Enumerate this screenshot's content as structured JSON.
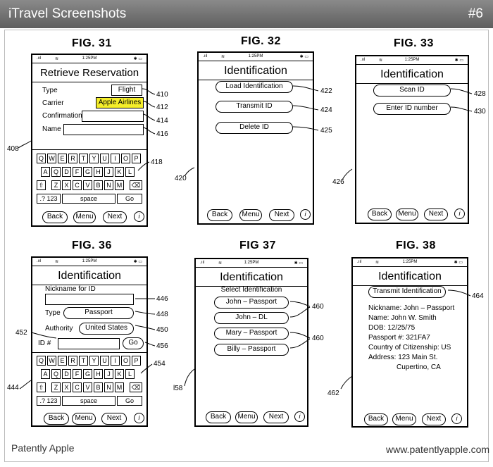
{
  "header": {
    "title": "iTravel Screenshots",
    "number": "#6"
  },
  "footer": {
    "left": "Patently Apple",
    "right": "www.patentlyapple.com"
  },
  "status": {
    "time": "1:25PM"
  },
  "nav": {
    "back": "Back",
    "menu": "Menu",
    "next": "Next",
    "info": "i"
  },
  "keyboard": {
    "row1": [
      "Q",
      "W",
      "E",
      "R",
      "T",
      "Y",
      "U",
      "I",
      "O",
      "P"
    ],
    "row2": [
      "A",
      "Q",
      "D",
      "F",
      "G",
      "H",
      "J",
      "K",
      "L"
    ],
    "row3": [
      "Z",
      "X",
      "C",
      "V",
      "B",
      "N",
      "M"
    ],
    "shift": "⇧",
    "del": "⌫",
    "numbers": ".? 123",
    "space": "space",
    "go": "Go"
  },
  "fig31": {
    "label": "FIG. 31",
    "title": "Retrieve Reservation",
    "type_label": "Type",
    "type_value": "Flight",
    "carrier_label": "Carrier",
    "carrier_value": "Apple Airlines",
    "confirmation_label": "Confirmation",
    "name_label": "Name",
    "refs": {
      "r410": "410",
      "r412": "412",
      "r414": "414",
      "r416": "416",
      "r408": "408",
      "r418": "418"
    },
    "highlight": "#f5ee2a"
  },
  "fig32": {
    "label": "FIG. 32",
    "title": "Identification",
    "buttons": [
      "Load Identification",
      "Transmit ID",
      "Delete ID"
    ],
    "refs": {
      "r422": "422",
      "r424": "424",
      "r425": "425",
      "r420": "420"
    }
  },
  "fig33": {
    "label": "FIG. 33",
    "title": "Identification",
    "buttons": [
      "Scan ID",
      "Enter ID number"
    ],
    "refs": {
      "r428": "428",
      "r430": "430",
      "r426": "426"
    }
  },
  "fig36": {
    "label": "FIG. 36",
    "title": "Identification",
    "nickname_label": "Nickname for ID",
    "type_label": "Type",
    "type_value": "Passport",
    "authority_label": "Authority",
    "authority_value": "United States",
    "id_label": "ID #",
    "go": "Go",
    "refs": {
      "r446": "446",
      "r448": "448",
      "r450": "450",
      "r452": "452",
      "r456": "456",
      "r454": "454",
      "r444": "444"
    }
  },
  "fig37": {
    "label": "FIG 37",
    "title": "Identification",
    "subtitle": "Select Identification",
    "items": [
      "John – Passport",
      "John – DL",
      "Mary – Passport",
      "Billy – Passport"
    ],
    "refs": {
      "r460a": "460",
      "r460b": "460",
      "r158": "l58"
    }
  },
  "fig38": {
    "label": "FIG. 38",
    "title": "Identification",
    "button": "Transmit Identification",
    "details": [
      "Nickname: John – Passport",
      "Name: John W. Smith",
      "DOB: 12/25/75",
      "Passport #: 321FA7",
      "Country of Citizenship: US",
      "Address: 123 Main St.",
      "Cupertino, CA"
    ],
    "refs": {
      "r464": "464",
      "r462": "462"
    }
  }
}
